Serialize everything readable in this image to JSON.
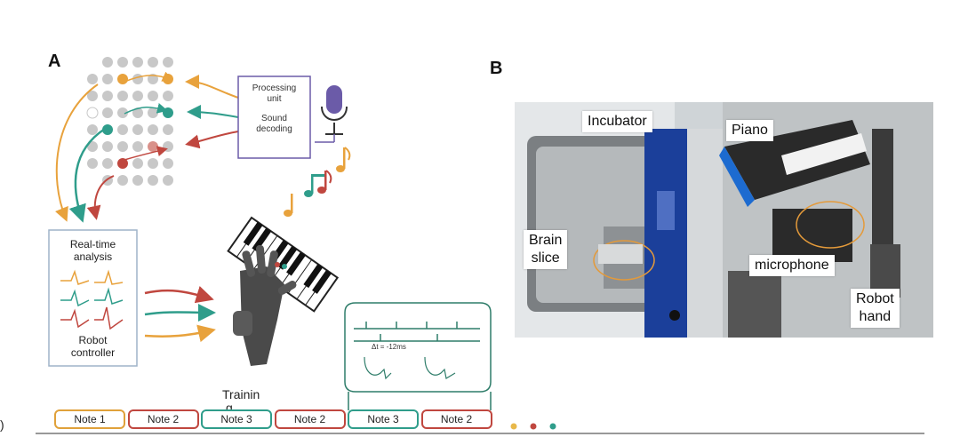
{
  "panel_a": {
    "label": "A",
    "processing": {
      "line1": "Processing",
      "line2": "unit",
      "line3": "Sound",
      "line4": "decoding"
    },
    "analysis": {
      "line1": "Real-time",
      "line2": "analysis",
      "line3": "Robot",
      "line4": "controller"
    },
    "training": {
      "line1": "Trainin",
      "line2": "g"
    },
    "delta": "Δt = -12ms",
    "notes": [
      "Note 1",
      "Note 2",
      "Note 3",
      "Note 2",
      "Note 3",
      "Note 2"
    ],
    "dot_colors": [
      "#e8b84a",
      "#c0473f",
      "#2f9d8b"
    ],
    "colors": {
      "orange": "#e8a23c",
      "teal": "#2f9d8b",
      "red": "#c0473f",
      "gray": "#c8c8c8",
      "purple": "#6b5ba8",
      "frame": "#2f7d6a"
    },
    "note_border_colors": [
      "#e0a13a",
      "#c0473f",
      "#2f9d8b",
      "#c0473f",
      "#2f9d8b",
      "#c0473f"
    ],
    "music_note_colors": [
      "#e8a23c",
      "#2f9d8b",
      "#c0473f",
      "#e8a23c"
    ]
  },
  "panel_b": {
    "label": "B",
    "labels": {
      "incubator": "Incubator",
      "piano": "Piano",
      "brain1": "Brain",
      "brain2": "slice",
      "microphone": "microphone",
      "robot1": "Robot",
      "robot2": "hand"
    }
  },
  "edge_mark": ")"
}
